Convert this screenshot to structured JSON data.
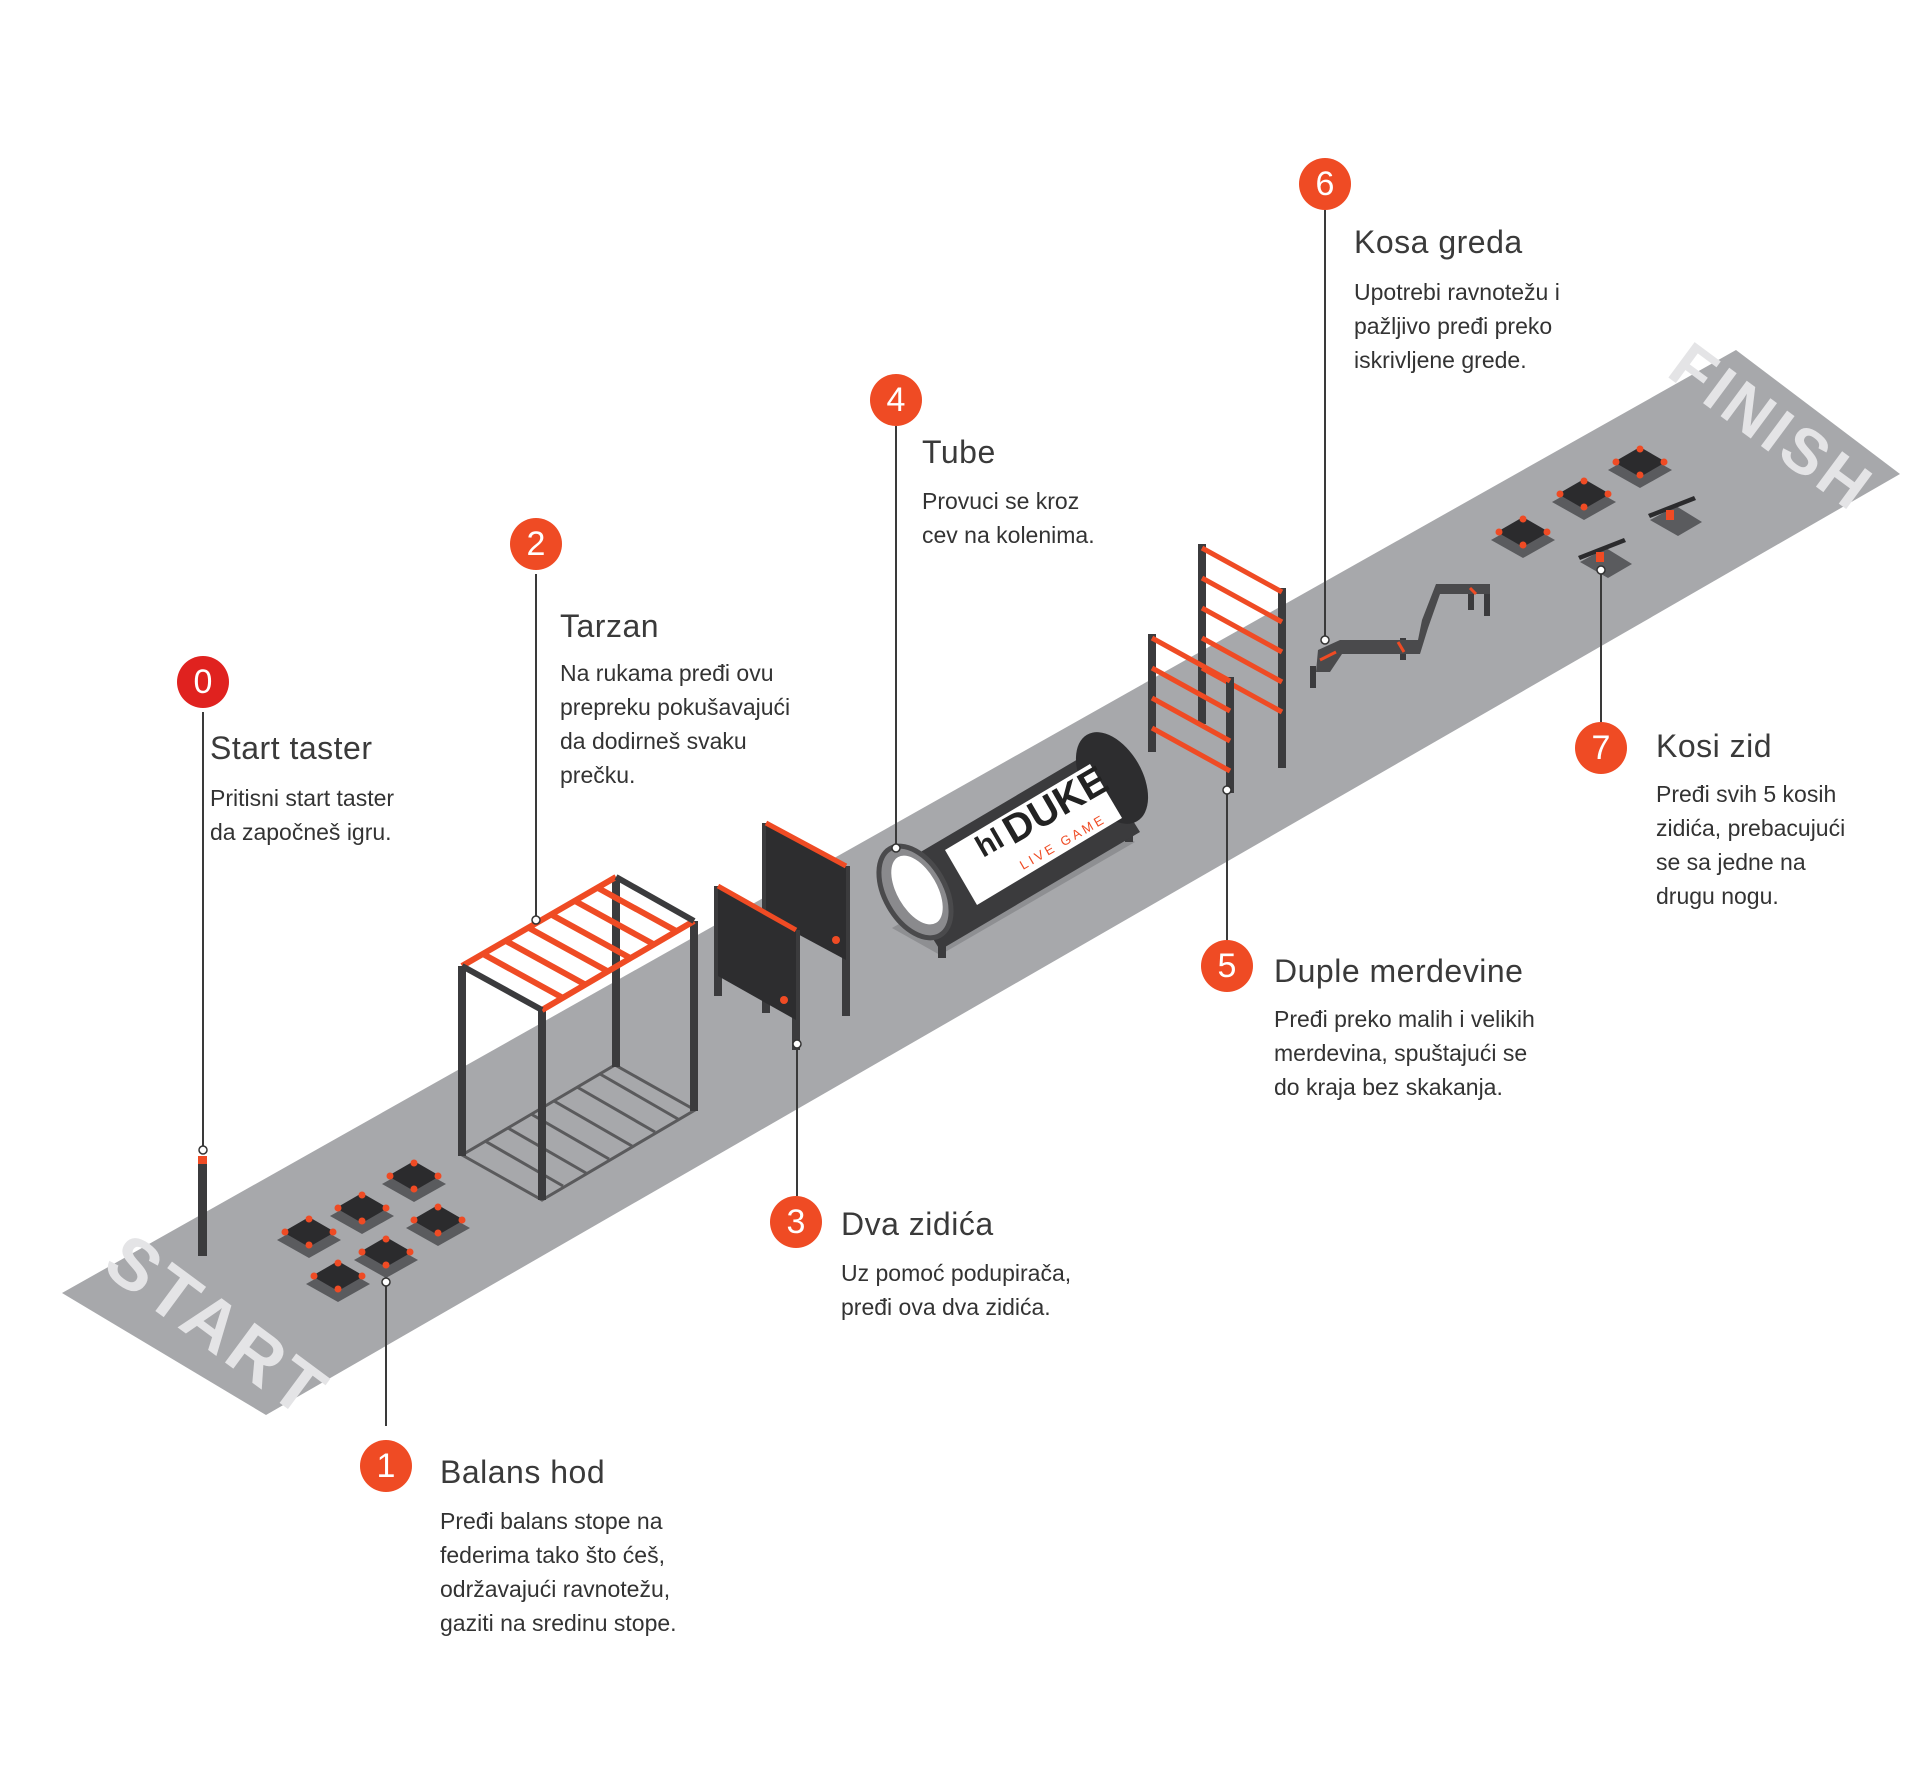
{
  "course": {
    "start_label": "START",
    "finish_label": "FINISH",
    "tube_logo_main": "DUKE",
    "tube_logo_prefix": "hl",
    "tube_logo_sub": "LIVE GAME"
  },
  "colors": {
    "accent": "#ef4b24",
    "start_badge": "#e0221f",
    "track": "#a7a8ab",
    "frame": "#3b3b3d",
    "track_text": "#e4e4e6"
  },
  "stations": [
    {
      "number": "0",
      "title": "Start taster",
      "desc": [
        "Pritisni start taster",
        "da započneš igru."
      ]
    },
    {
      "number": "1",
      "title": "Balans hod",
      "desc": [
        "Pređi balans stope na",
        "federima tako što ćeš,",
        "održavajući ravnotežu,",
        "gaziti na sredinu stope."
      ]
    },
    {
      "number": "2",
      "title": "Tarzan",
      "desc": [
        "Na rukama pređi ovu",
        "prepreku pokušavajući",
        "da dodirneš svaku",
        "prečku."
      ]
    },
    {
      "number": "3",
      "title": "Dva zidića",
      "desc": [
        "Uz pomoć podupirača,",
        "pređi ova dva zidića."
      ]
    },
    {
      "number": "4",
      "title": "Tube",
      "desc": [
        "Provuci se kroz",
        "cev na kolenima."
      ]
    },
    {
      "number": "5",
      "title": "Duple merdevine",
      "desc": [
        "Pređi preko malih i velikih",
        "merdevina, spuštajući se",
        "do kraja bez skakanja."
      ]
    },
    {
      "number": "6",
      "title": "Kosa greda",
      "desc": [
        "Upotrebi ravnotežu i",
        "pažljivo pređi preko",
        "iskrivljene grede."
      ]
    },
    {
      "number": "7",
      "title": "Kosi zid",
      "desc": [
        "Pređi svih 5 kosih",
        "zidića, prebacujući",
        "se sa jedne na",
        "drugu nogu."
      ]
    }
  ]
}
